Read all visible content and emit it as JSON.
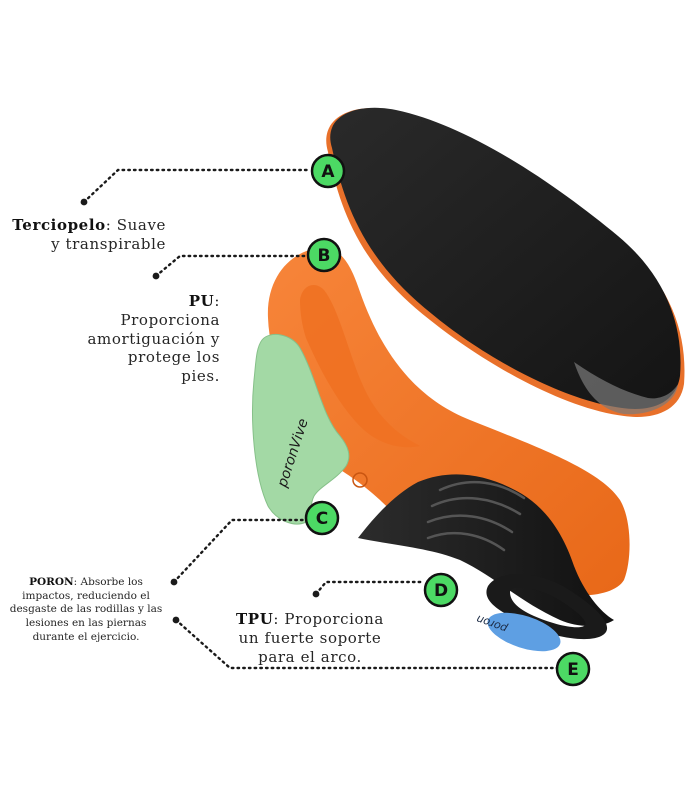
{
  "labels": {
    "a": {
      "letter": "A",
      "title": "Terciopelo",
      "desc": "Suave y transpirable"
    },
    "b": {
      "letter": "B",
      "title": "PU",
      "desc": "Proporciona amortiguación y protege los pies."
    },
    "c": {
      "letter": "C",
      "title": "PORON",
      "desc": "Absorbe los impactos, reduciendo el desgaste de las rodillas y las lesiones en las piernas durante el ejercicio."
    },
    "d": {
      "letter": "D",
      "title": "TPU",
      "desc": "Proporciona un fuerte soporte para el arco."
    },
    "e": {
      "letter": "E"
    }
  },
  "brand": {
    "pad_c": "poronVive",
    "pad_e": "poron"
  },
  "colors": {
    "badge_fill": "#4cd964",
    "badge_stroke": "#111111",
    "velvet": "#1e1e1e",
    "pu_orange": "#f47a2a",
    "poron_green": "#9fd8a2",
    "tpu_black": "#222222",
    "poron_blue": "#5aa0e6"
  }
}
